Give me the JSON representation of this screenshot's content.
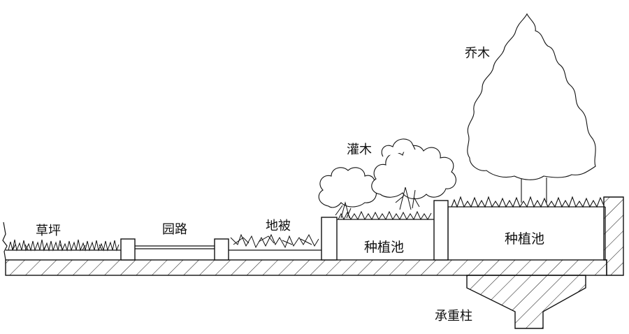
{
  "labels": {
    "lawn": "草坪",
    "path": "园路",
    "groundcover": "地被",
    "shrub": "灌木",
    "tree": "乔木",
    "planter1": "种植池",
    "planter2": "种植池",
    "column": "承重柱"
  }
}
